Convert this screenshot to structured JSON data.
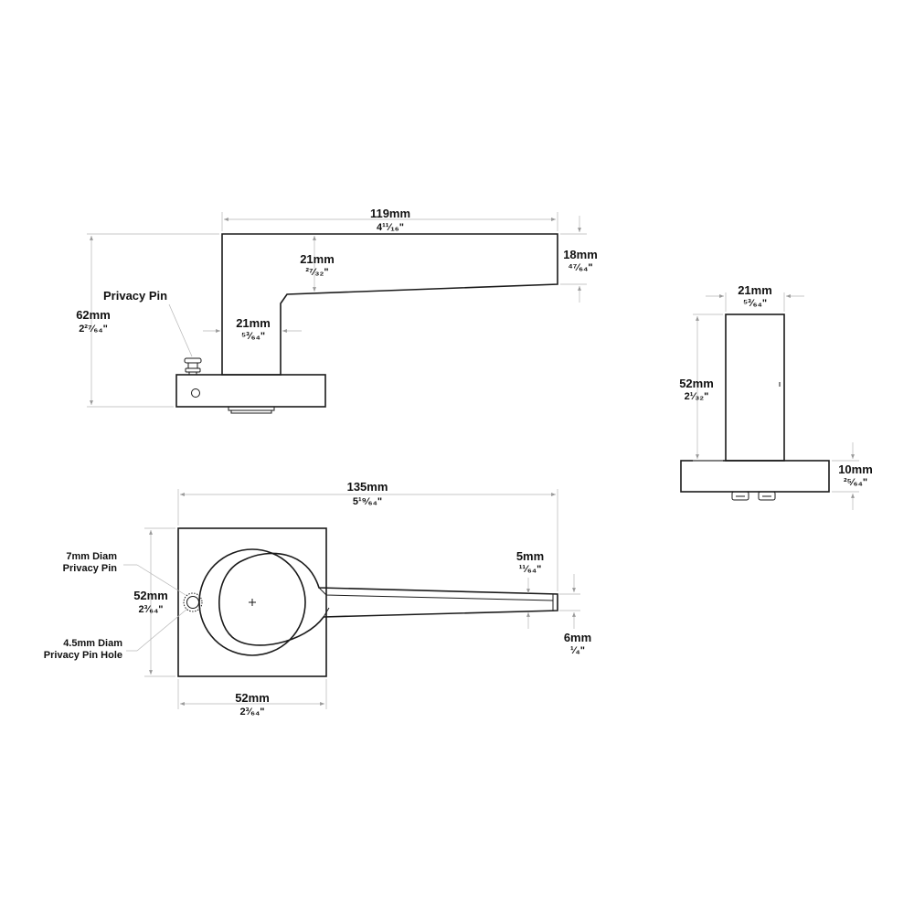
{
  "labels": {
    "privacy_pin": "Privacy Pin",
    "pin_diam": [
      "7mm Diam",
      "Privacy Pin"
    ],
    "pin_hole": [
      "4.5mm Diam",
      "Privacy Pin Hole"
    ]
  },
  "dimensions": {
    "side_length": {
      "mm": "119mm",
      "inch": "4¹¹⁄₁₆\""
    },
    "side_height": {
      "mm": "62mm",
      "inch": "2²⁷⁄₆₄\""
    },
    "lever_thickness": {
      "mm": "21mm",
      "inch": "²⁷⁄₃₂\""
    },
    "neck_width": {
      "mm": "21mm",
      "inch": "⁵³⁄₆₄\""
    },
    "tip_height": {
      "mm": "18mm",
      "inch": "⁴⁷⁄₆₄\""
    },
    "end_width": {
      "mm": "21mm",
      "inch": "⁵³⁄₆₄\""
    },
    "end_height": {
      "mm": "52mm",
      "inch": "2¹⁄₃₂\""
    },
    "rose_thickness": {
      "mm": "10mm",
      "inch": "²⁵⁄₆₄\""
    },
    "top_length": {
      "mm": "135mm",
      "inch": "5¹⁹⁄₆₄\""
    },
    "rose_height": {
      "mm": "52mm",
      "inch": "2³⁄₆₄\""
    },
    "rose_width": {
      "mm": "52mm",
      "inch": "2³⁄₆₄\""
    },
    "tip_width": {
      "mm": "5mm",
      "inch": "¹¹⁄₆₄\""
    },
    "tip_end_width": {
      "mm": "6mm",
      "inch": "¹⁄₄\""
    }
  }
}
